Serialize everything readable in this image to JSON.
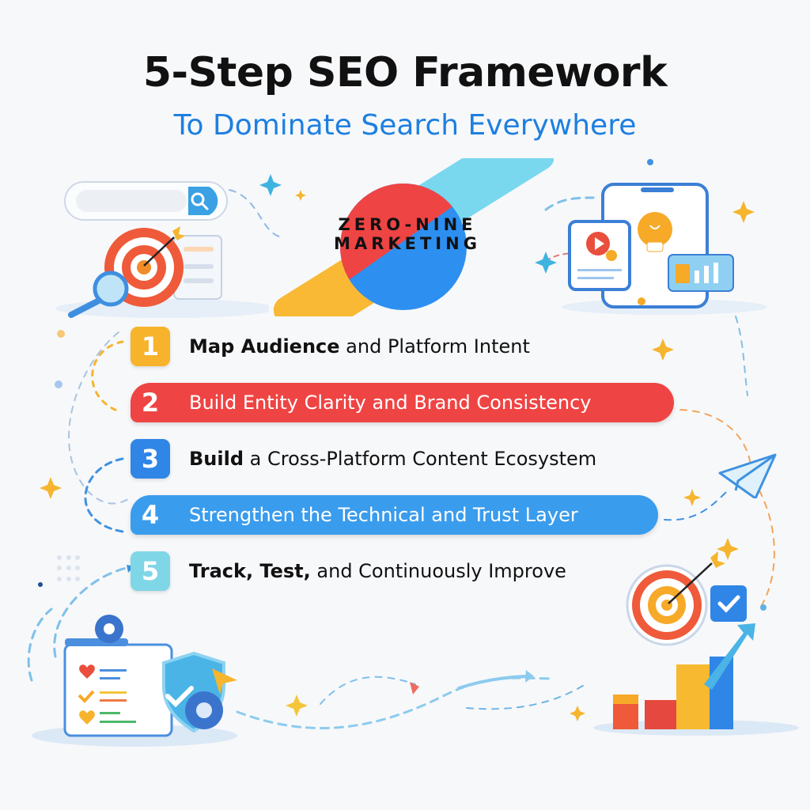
{
  "header": {
    "title": "5-Step SEO Framework",
    "subtitle": "To Dominate Search Everywhere"
  },
  "logo": {
    "line1": "ZERO-NINE",
    "line2": "MARKETING",
    "colors": {
      "yellow": "#f9b935",
      "red": "#ef4444",
      "blue": "#2d8ff0",
      "cyan": "#7ad8ee"
    }
  },
  "steps": [
    {
      "number": "1",
      "bold": "Map Audience",
      "rest": " and Platform Intent",
      "style": "plain",
      "color": "#f7b32b"
    },
    {
      "number": "2",
      "bold": "",
      "rest": "Build Entity Clarity and Brand Consistency",
      "style": "pill",
      "color": "#ef4444"
    },
    {
      "number": "3",
      "bold": "Build",
      "rest": " a Cross-Platform Content Ecosystem",
      "style": "plain",
      "color": "#2f86e6"
    },
    {
      "number": "4",
      "bold": "",
      "rest": "Strengthen the Technical and Trust Layer",
      "style": "pill",
      "color": "#3a9ced"
    },
    {
      "number": "5",
      "bold": "Track, Test,",
      "rest": " and Continuously Improve",
      "style": "plain",
      "color": "#7fd6e6"
    }
  ],
  "illustrations": {
    "top_left": "search-bar-target-magnifier",
    "top_right": "phone-tablet-lightbulb-chart",
    "bottom_left": "checklist-shield-gears",
    "bottom_right": "target-growth-bar-chart",
    "right_mid": "paper-plane"
  }
}
